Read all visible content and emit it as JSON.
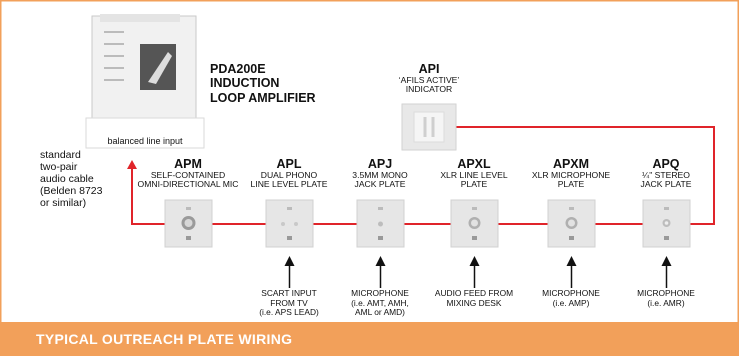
{
  "amplifier": {
    "title_line1": "PDA200E",
    "title_line2": "INDUCTION",
    "title_line3": "LOOP AMPLIFIER",
    "input_label": "balanced line input"
  },
  "cable_note": {
    "line1": "standard",
    "line2": "two-pair",
    "line3": "audio cable",
    "line4": "(Belden 8723",
    "line5": "or similar)"
  },
  "indicator": {
    "code": "API",
    "line1": "‘AFILS ACTIVE’",
    "line2": "INDICATOR"
  },
  "plates": [
    {
      "code": "APM",
      "line1": "SELF-CONTAINED",
      "line2": "OMNI-DIRECTIONAL MIC"
    },
    {
      "code": "APL",
      "line1": "DUAL PHONO",
      "line2": "LINE LEVEL PLATE"
    },
    {
      "code": "APJ",
      "line1": "3.5MM MONO",
      "line2": "JACK PLATE"
    },
    {
      "code": "APXL",
      "line1": "XLR LINE LEVEL",
      "line2": "PLATE"
    },
    {
      "code": "APXM",
      "line1": "XLR MICROPHONE",
      "line2": "PLATE"
    },
    {
      "code": "APQ",
      "line1": "¼\" STEREO",
      "line2": "JACK PLATE"
    }
  ],
  "inputs": [
    {
      "line1": "SCART  INPUT",
      "line2": "FROM TV",
      "line3": "(i.e. APS LEAD)"
    },
    {
      "line1": "MICROPHONE",
      "line2": "(i.e. AMT, AMH,",
      "line3": "AML or AMD)"
    },
    {
      "line1": "AUDIO FEED FROM",
      "line2": "MIXING DESK",
      "line3": ""
    },
    {
      "line1": "MICROPHONE",
      "line2": "(i.e. AMP)",
      "line3": ""
    },
    {
      "line1": "MICROPHONE",
      "line2": "(i.e. AMR)",
      "line3": ""
    }
  ],
  "footer": {
    "title": "TYPICAL OUTREACH PLATE WIRING"
  },
  "colors": {
    "wire": "#e0242a",
    "banner": "#f2a05a",
    "border": "#f2a05a",
    "plate": "#e6e6e6"
  }
}
